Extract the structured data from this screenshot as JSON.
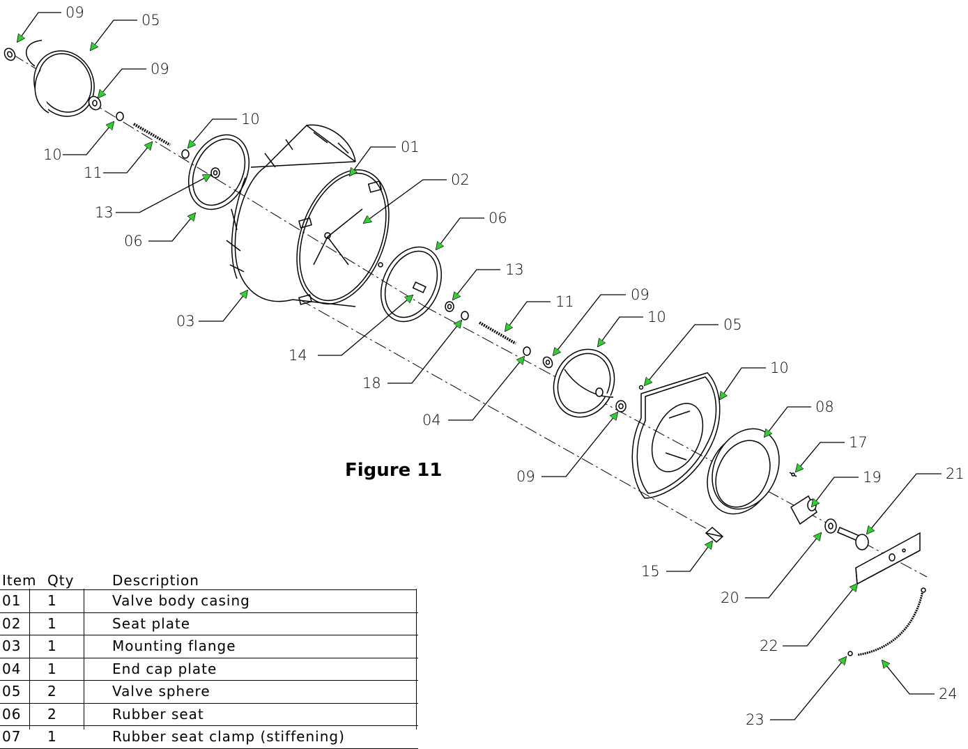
{
  "figure": {
    "title": "Figure 11",
    "callouts": [
      "09",
      "05",
      "09",
      "10",
      "10",
      "11",
      "01",
      "02",
      "13",
      "06",
      "06",
      "03",
      "13",
      "11",
      "09",
      "14",
      "10",
      "05",
      "18",
      "10",
      "04",
      "08",
      "09",
      "17",
      "19",
      "21",
      "15",
      "20",
      "22",
      "24",
      "23"
    ],
    "arrow_color": "#33cc33"
  },
  "parts_table": {
    "headers": {
      "item": "Item",
      "qty": "Qty",
      "description": "Description"
    },
    "rows": [
      {
        "item": "01",
        "qty": "1",
        "description": "Valve body casing"
      },
      {
        "item": "02",
        "qty": "1",
        "description": "Seat plate"
      },
      {
        "item": "03",
        "qty": "1",
        "description": "Mounting flange"
      },
      {
        "item": "04",
        "qty": "1",
        "description": "End cap plate"
      },
      {
        "item": "05",
        "qty": "2",
        "description": "Valve sphere"
      },
      {
        "item": "06",
        "qty": "2",
        "description": "Rubber seat"
      },
      {
        "item": "07",
        "qty": "1",
        "description": "Rubber seat clamp (stiffening)"
      }
    ]
  }
}
